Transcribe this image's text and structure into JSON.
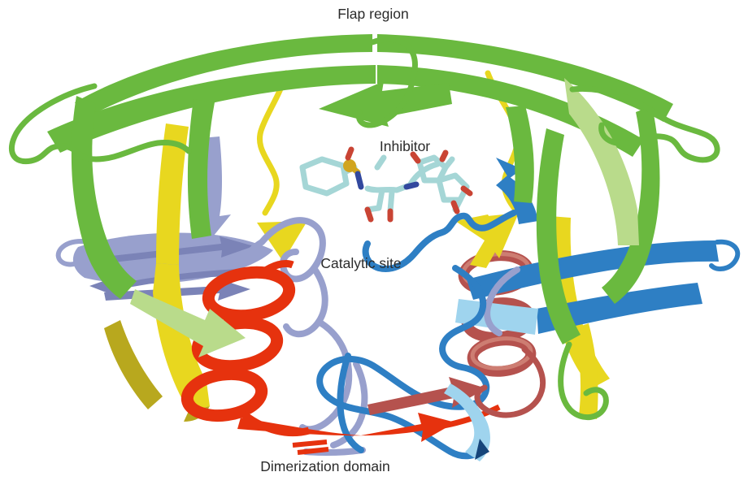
{
  "figure": {
    "type": "protein-ribbon-diagram",
    "subject": "protease dimer with bound inhibitor",
    "labels": {
      "flap_region": "Flap region",
      "inhibitor": "Inhibitor",
      "catalytic_site": "Catalytic site",
      "dimerization_domain": "Dimerization domain"
    },
    "colors": {
      "background": "#ffffff",
      "label_text": "#2b2b2b",
      "green": "#6ab93f",
      "green_dark": "#4a8f2e",
      "pale_green": "#b9db8b",
      "yellow": "#e8d71f",
      "olive": "#b8a81e",
      "lavender": "#98a0cd",
      "lavender_dark": "#7b83b7",
      "blue": "#2e7fc4",
      "blue_light": "#9fd4ee",
      "blue_dark": "#16457a",
      "red": "#e6320e",
      "maroon": "#b5524e",
      "salmon": "#cd7d72",
      "inhibitor_carbon": "#a5d6d6",
      "inhibitor_oxygen": "#c94434",
      "inhibitor_nitrogen": "#32489e",
      "inhibitor_sulfur": "#d1a51f"
    }
  }
}
